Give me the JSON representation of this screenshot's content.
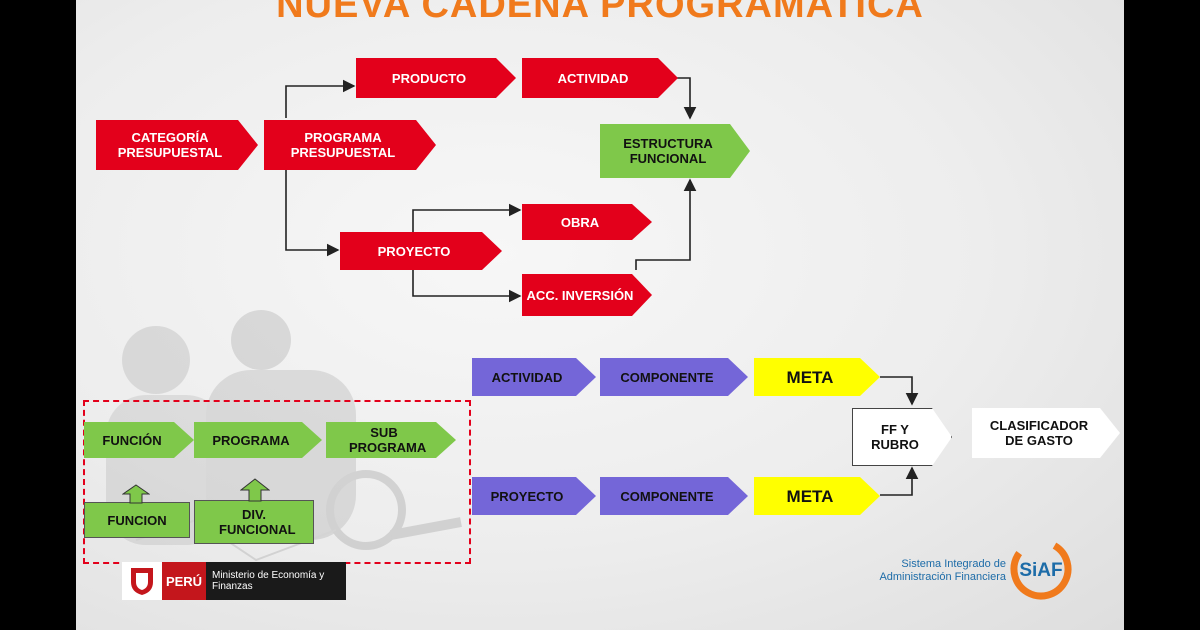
{
  "title": "NUEVA CADENA PROGRAMATICA",
  "boxes": {
    "categoria": "CATEGORÍA PRESUPUESTAL",
    "programa_presupuestal": "PROGRAMA PRESUPUESTAL",
    "producto": "PRODUCTO",
    "actividad_red": "ACTIVIDAD",
    "estructura_funcional": "ESTRUCTURA FUNCIONAL",
    "proyecto_red": "PROYECTO",
    "obra": "OBRA",
    "acc_inversion": "ACC. INVERSIÓN",
    "actividad_blue": "ACTIVIDAD",
    "componente_1": "COMPONENTE",
    "meta_1": "META",
    "proyecto_blue": "PROYECTO",
    "componente_2": "COMPONENTE",
    "meta_2": "META",
    "ff_rubro": "FF Y RUBRO",
    "clasificador": "CLASIFICADOR DE GASTO",
    "funcion_top": "FUNCIÓN",
    "programa_green": "PROGRAMA",
    "sub_programa": "SUB PROGRAMA",
    "funcion_bottom": "FUNCION",
    "div_funcional": "DIV. FUNCIONAL"
  },
  "logos": {
    "peru": "PERÚ",
    "ministerio": "Ministerio de Economía y Finanzas",
    "siaf_tagline": "Sistema Integrado de Administración Financiera",
    "siaf": "SiAF"
  },
  "colors": {
    "title": "#f07a1c",
    "red": "#e3001b",
    "green": "#7fc84a",
    "blue": "#7466d8",
    "yellow": "#ffff00"
  }
}
